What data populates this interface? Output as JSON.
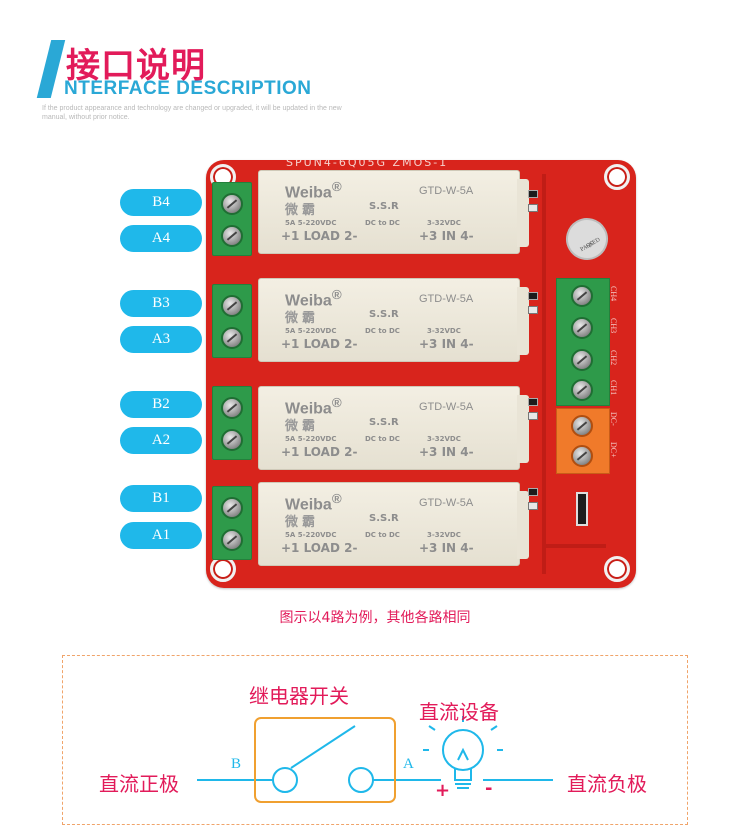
{
  "header": {
    "title": "接口说明",
    "subtitle": "NTERFACE DESCRIPTION",
    "note": "If the product appearance and technology are changed or upgraded, it will be updated in the new manual, without prior notice."
  },
  "labels": [
    "B4",
    "A4",
    "B3",
    "A3",
    "B2",
    "A2",
    "B1",
    "A1"
  ],
  "board": {
    "silkscreen": "SPUN4-6Q05G ZMOS-1",
    "relay": {
      "brand": "Weiba",
      "brand_mark": "®",
      "brand_cn": "微霸",
      "ssr": "S.S.R",
      "model": "GTD-W-5A",
      "load_spec": "5A 5-220VDC",
      "dc_spec": "DC to DC",
      "in_spec": "3-32VDC",
      "pins_left": "+1 LOAD 2-",
      "pins_right": "+3 IN 4-"
    },
    "channel_labels": [
      "CH4",
      "CH3",
      "CH2",
      "CH1",
      "DC-",
      "DC+"
    ],
    "qc_mark": "QC",
    "qc_sub": "PASSED"
  },
  "caption": "图示以4路为例，其他各路相同",
  "diagram": {
    "relay_switch_label": "继电器开关",
    "dc_device_label": "直流设备",
    "dc_positive_label": "直流正极",
    "dc_negative_label": "直流负极",
    "b_letter": "B",
    "a_letter": "A",
    "plus_sign": "+",
    "minus_sign": "-",
    "colors": {
      "accent": "#e21b5a",
      "line": "#1fb8ea",
      "switch_box": "#f0a030"
    }
  }
}
